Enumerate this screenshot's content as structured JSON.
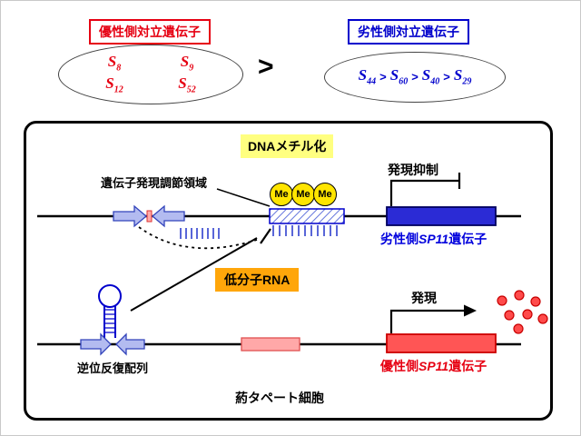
{
  "colors": {
    "red": "#e60012",
    "blue": "#0000cc",
    "gene_blue_fill": "#2b2bd5",
    "gene_red_fill": "#ff5555",
    "block_arrow_fill": "#b3bbf0",
    "me_yellow": "#ffe500",
    "methylation_highlight": "#ffff80",
    "small_rna_highlight": "#ffa60a",
    "pink_segment": "#ffa8a8"
  },
  "top": {
    "dominant": {
      "label": "優性側対立遺伝子",
      "alleles": [
        {
          "base": "S",
          "sub": "8"
        },
        {
          "base": "S",
          "sub": "9"
        },
        {
          "base": "S",
          "sub": "12"
        },
        {
          "base": "S",
          "sub": "52"
        }
      ]
    },
    "comparator": ">",
    "recessive": {
      "label": "劣性側対立遺伝子",
      "separator": ">",
      "alleles": [
        {
          "base": "S",
          "sub": "44"
        },
        {
          "base": "S",
          "sub": "60"
        },
        {
          "base": "S",
          "sub": "40"
        },
        {
          "base": "S",
          "sub": "29"
        }
      ]
    }
  },
  "diagram": {
    "dna_methylation": "DNAメチル化",
    "regulatory_region": "遺伝子発現調節領域",
    "me": "Me",
    "repression": "発現抑制",
    "small_rna": "低分子RNA",
    "inverted_repeat": "逆位反復配列",
    "expression": "発現",
    "recessive_gene": {
      "prefix": "劣性側",
      "gene": "SP11",
      "suffix": "遺伝子"
    },
    "dominant_gene": {
      "prefix": "優性側",
      "gene": "SP11",
      "suffix": "遺伝子"
    },
    "cell": "葯タペート細胞"
  }
}
